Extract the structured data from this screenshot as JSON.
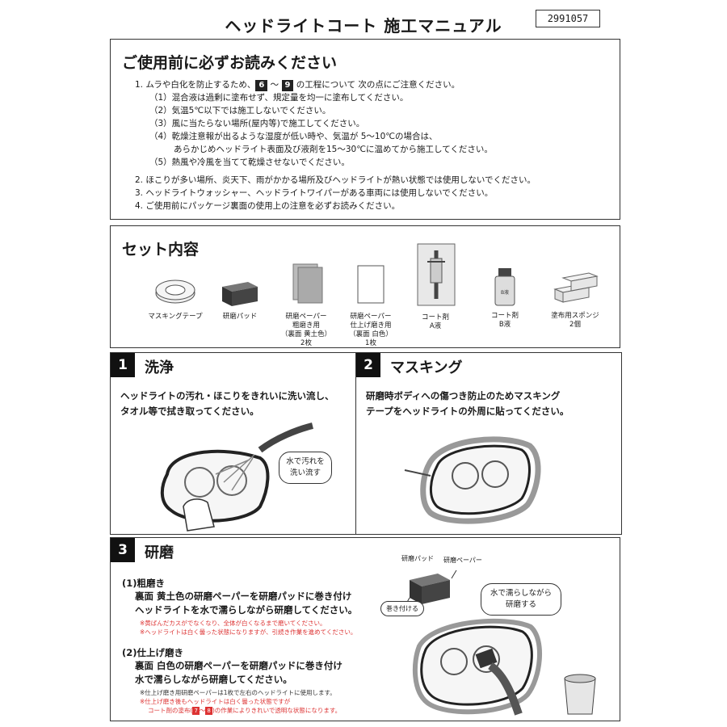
{
  "header": {
    "title": "ヘッドライトコート 施工マニュアル",
    "code": "2991057"
  },
  "notice": {
    "heading": "ご使用前に必ずお読みください",
    "item1_pre": "1. ムラや白化を防止するため、",
    "item1_badge_a": "6",
    "item1_tilde": " ～ ",
    "item1_badge_b": "9",
    "item1_post": " の工程について 次の点にご注意ください。",
    "sub1": "（1）混合液は過剰に塗布せず、規定量を均一に塗布してください。",
    "sub2": "（2）気温5℃以下では施工しないでください。",
    "sub3": "（3）風に当たらない場所(屋内等)で施工してください。",
    "sub4a": "（4）乾燥注意報が出るような湿度が低い時や、気温が 5～10℃の場合は、",
    "sub4b": "あらかじめヘッドライト表面及び液剤を15～30℃に温めてから施工してください。",
    "sub5": "（5）熱風や冷風を当てて乾燥させないでください。",
    "item2": "2. ほこりが多い場所、炎天下、雨がかかる場所及びヘッドライトが熱い状態では使用しないでください。",
    "item3": "3. ヘッドライトウォッシャー、ヘッドライトワイパーがある車両には使用しないでください。",
    "item4": "4. ご使用前にパッケージ裏面の使用上の注意を必ずお読みください。"
  },
  "set": {
    "heading": "セット内容",
    "items": [
      {
        "label": "マスキングテープ",
        "icon": "masking-tape-icon"
      },
      {
        "label": "研磨パッド",
        "icon": "sanding-pad-icon"
      },
      {
        "label": "研磨ペーパー\n粗磨き用\n（裏面 黄土色）\n2枚",
        "icon": "sandpaper-coarse-icon"
      },
      {
        "label": "研磨ペーパー\n仕上げ磨き用\n（裏面 白色）\n1枚",
        "icon": "sandpaper-fine-icon"
      },
      {
        "label": "コート剤\nA液",
        "icon": "coat-agent-a-icon"
      },
      {
        "label": "コート剤\nB液",
        "icon": "coat-agent-b-icon"
      },
      {
        "label": "塗布用スポンジ\n2個",
        "icon": "sponge-icon"
      }
    ],
    "bottle_label": "B液"
  },
  "step1": {
    "num": "1",
    "title": "洗浄",
    "desc1": "ヘッドライトの汚れ・ほこりをきれいに洗い流し、",
    "desc2": "タオル等で拭き取ってください。",
    "bubble1": "水で汚れを",
    "bubble2": "洗い流す"
  },
  "step2": {
    "num": "2",
    "title": "マスキング",
    "desc1": "研磨時ボディへの傷つき防止のためマスキング",
    "desc2": "テープをヘッドライトの外周に貼ってください。"
  },
  "step3": {
    "num": "3",
    "title": "研磨",
    "sub1_h": "(1)粗磨き",
    "sub1_b1": "裏面 黄土色の研磨ペーパーを研磨パッドに巻き付け",
    "sub1_b2": "ヘッドライトを水で濡らしながら研磨してください。",
    "sub1_n1": "※黄ばんだカスがでなくなり、全体が白くなるまで磨いてください。",
    "sub1_n2": "※ヘッドライトは白く曇った状態になりますが、引続き作業を進めてください。",
    "sub2_h": "(2)仕上げ磨き",
    "sub2_b1": "裏面 白色の研磨ペーパーを研磨パッドに巻き付け",
    "sub2_b2": "水で濡らしながら研磨してください。",
    "sub2_n1": "※仕上げ磨き用研磨ペーパーは1枚で左右のヘッドライトに使用します。",
    "sub2_n2": "※仕上げ磨き後もヘッドライトは白く曇った状態ですが",
    "sub2_n3_pre": "コート剤の塗布(",
    "sub2_n3_a": "7",
    "sub2_n3_tilde": "～",
    "sub2_n3_b": "8",
    "sub2_n3_post": ")の作業によりきれいで透明な状態になります。",
    "pad_label": "研磨パッド",
    "paper_label": "研磨ペーパー",
    "wrap_label": "巻き付ける",
    "bubble1": "水で濡らしながら",
    "bubble2": "研磨する"
  },
  "colors": {
    "text": "#1a1a1a",
    "note_red": "#d33333",
    "badge": "#111111"
  }
}
